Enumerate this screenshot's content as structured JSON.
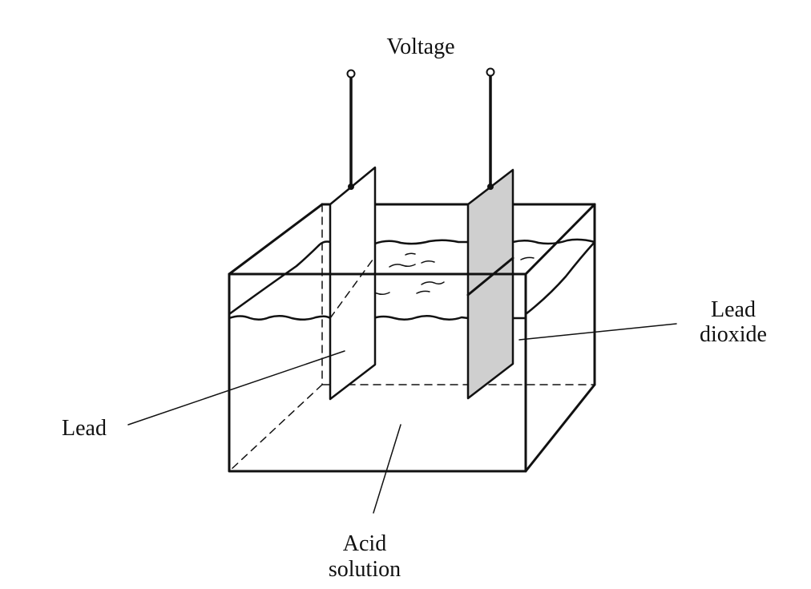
{
  "labels": {
    "voltage": "Voltage",
    "lead": "Lead",
    "lead_dioxide_line1": "Lead",
    "lead_dioxide_line2": "dioxide",
    "acid_line1": "Acid",
    "acid_line2": "solution"
  },
  "colors": {
    "ink": "#111111",
    "lead_dioxide_plate": "#cfcfcf",
    "lead_plate": "#ffffff",
    "background": "#ffffff"
  }
}
